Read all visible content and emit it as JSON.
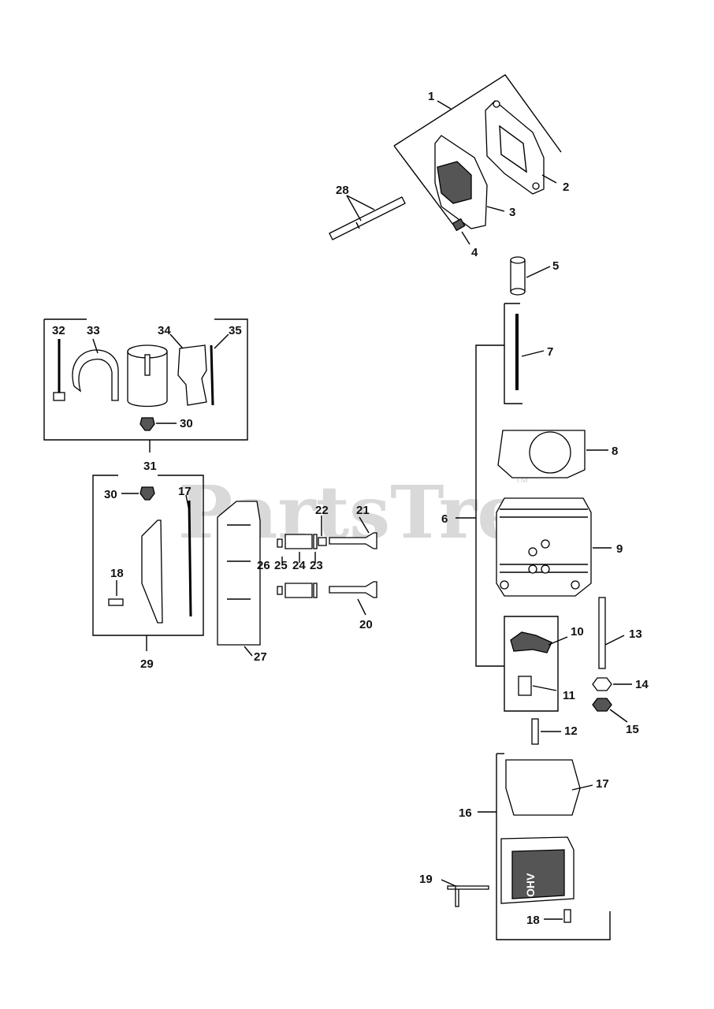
{
  "watermark": {
    "text": "PartsTree",
    "tm": "TM"
  },
  "cover_logo": "OHV",
  "callouts": {
    "c1": "1",
    "c2": "2",
    "c3": "3",
    "c4": "4",
    "c5": "5",
    "c6": "6",
    "c7": "7",
    "c8": "8",
    "c9": "9",
    "c10": "10",
    "c11": "11",
    "c12": "12",
    "c13": "13",
    "c14": "14",
    "c15": "15",
    "c16": "16",
    "c17a": "17",
    "c17b": "17",
    "c18a": "18",
    "c18b": "18",
    "c19": "19",
    "c20": "20",
    "c21": "21",
    "c22": "22",
    "c23": "23",
    "c24": "24",
    "c25": "25",
    "c26": "26",
    "c27": "27",
    "c28": "28",
    "c29": "29",
    "c30a": "30",
    "c30b": "30",
    "c31": "31",
    "c32": "32",
    "c33": "33",
    "c34": "34",
    "c35": "35"
  }
}
